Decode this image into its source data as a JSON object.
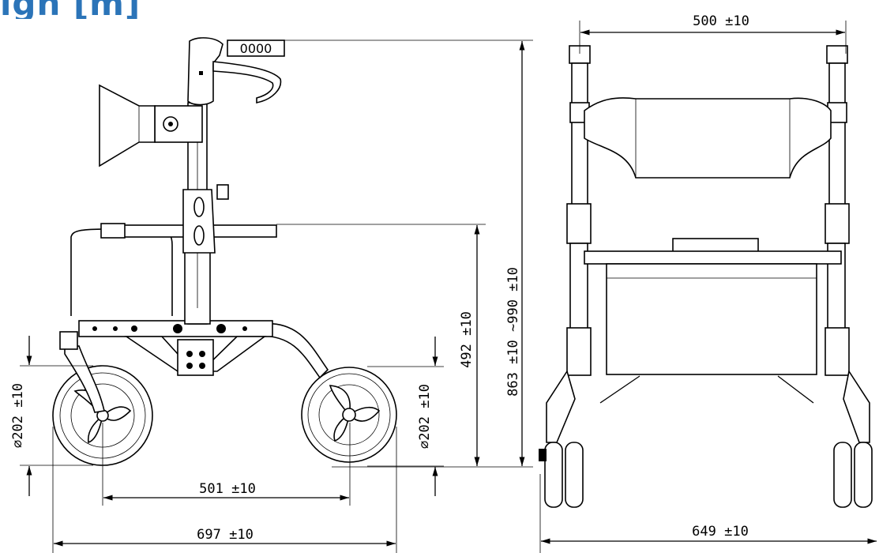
{
  "heading": {
    "visible_text": "igh [m]"
  },
  "side_view": {
    "display_label": "0000",
    "dim_wheelbase": "501 ±10",
    "dim_length": "697 ±10",
    "dim_seat_height": "492 ±10",
    "dim_total_height": "863 ±10 ~990 ±10",
    "dim_wheel_left": "∅202 ±10",
    "dim_wheel_right": "∅202 ±10"
  },
  "front_view": {
    "dim_top_width": "500 ±10",
    "dim_bottom_width": "649 ±10"
  },
  "colors": {
    "heading": "#2b74b8",
    "lines": "#000000"
  }
}
